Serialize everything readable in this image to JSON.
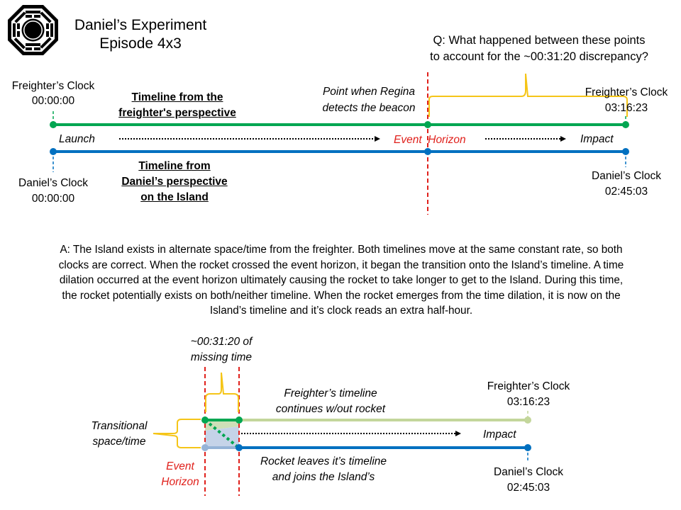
{
  "title": {
    "line1": "Daniel’s Experiment",
    "line2": "Episode 4x3"
  },
  "logo": {
    "label": "DHARMA",
    "icon": "dharma-octagon-logo"
  },
  "colors": {
    "freighter_line": "#00a651",
    "island_line": "#0070c0",
    "freighter_line_light": "#c3d69b",
    "island_line_light": "#95b3d7",
    "event_horizon": "#e0201b",
    "bracket": "#f5c518",
    "arrow": "#000000"
  },
  "question": {
    "line1": "Q: What happened between these points",
    "line2": "to account for the ~00:31:20 discrepancy?"
  },
  "top_diagram": {
    "freighter_start": {
      "label": "Freighter’s Clock",
      "time": "00:00:00"
    },
    "daniel_start": {
      "label": "Daniel’s Clock",
      "time": "00:00:00"
    },
    "freighter_end": {
      "label": "Freighter’s Clock",
      "time": "03:16:23"
    },
    "daniel_end": {
      "label": "Daniel’s Clock",
      "time": "02:45:03"
    },
    "freighter_perspective": {
      "line1": "Timeline from the",
      "line2": "freighter's perspective"
    },
    "daniel_perspective": {
      "line1": "Timeline from",
      "line2": "Daniel’s perspective",
      "line3": "on the Island"
    },
    "regina": {
      "line1": "Point when Regina",
      "line2": "detects the beacon"
    },
    "launch": "Launch",
    "event_horizon": "Event  Horizon",
    "impact": "Impact"
  },
  "answer": {
    "text": "A: The Island exists in alternate space/time from the freighter.  Both timelines move at the same constant rate, so both clocks are correct.  When the rocket crossed the event horizon, it began the transition onto the Island’s timeline.  A time dilation occurred at the event horizon ultimately causing the rocket to take longer to get to the Island. During this time, the rocket potentially exists on both/neither timeline.  When the rocket emerges from the time dilation, it is now on the Island’s timeline and it’s clock reads an extra half-hour."
  },
  "bottom_diagram": {
    "missing_time": {
      "line1": "~00:31:20 of",
      "line2": "missing time"
    },
    "freighter_continues": {
      "line1": "Freighter’s timeline",
      "line2": "continues w/out rocket"
    },
    "freighter_end": {
      "label": "Freighter’s Clock",
      "time": "03:16:23"
    },
    "transitional": {
      "line1": "Transitional",
      "line2": "space/time"
    },
    "impact": "Impact",
    "rocket_leaves": {
      "line1": "Rocket leaves it’s timeline",
      "line2": "and joins the Island’s"
    },
    "event_horizon": {
      "line1": "Event",
      "line2": "Horizon"
    },
    "daniel_end": {
      "label": "Daniel’s Clock",
      "time": "02:45:03"
    }
  }
}
